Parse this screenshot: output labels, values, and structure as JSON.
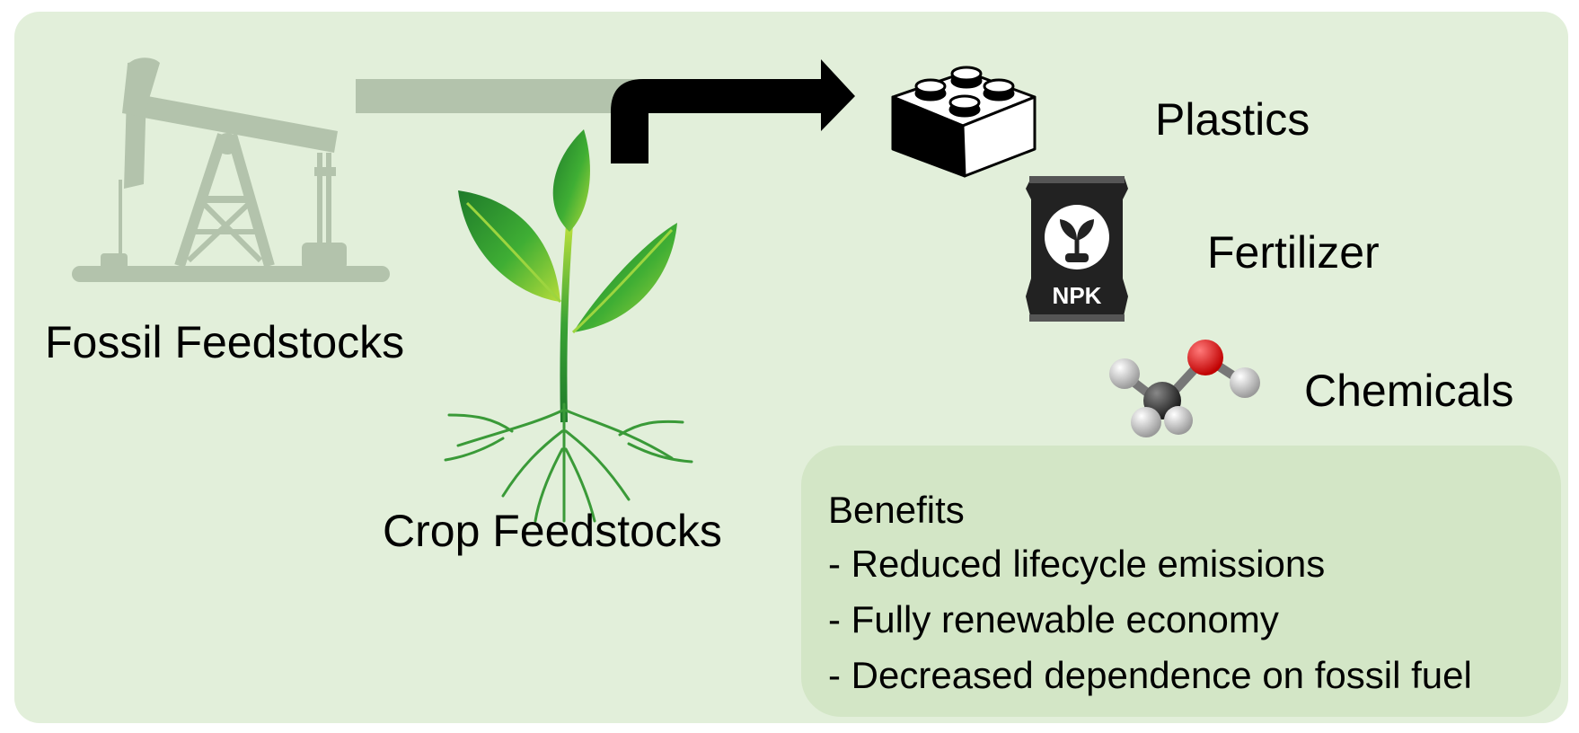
{
  "sources": {
    "fossil_label": "Fossil Feedstocks",
    "crop_label": "Crop Feedstocks"
  },
  "products": [
    {
      "label": "Plastics",
      "icon": "brick-icon"
    },
    {
      "label": "Fertilizer",
      "icon": "fertilizer-bag-icon"
    },
    {
      "label": "Chemicals",
      "icon": "molecule-icon"
    }
  ],
  "fertilizer_bag_text": "NPK",
  "benefits": {
    "title": "Benefits",
    "items": [
      "- Reduced lifecycle emissions",
      "- Fully renewable economy",
      "- Decreased dependence on fossil fuel"
    ]
  },
  "colors": {
    "background": "#e2efda",
    "benefits_box": "#d3e6c6",
    "faded_fossil": "#b3c3ac",
    "arrow": "#000000",
    "leaf_green": "#3aa335",
    "oxygen_red": "#e01010"
  }
}
